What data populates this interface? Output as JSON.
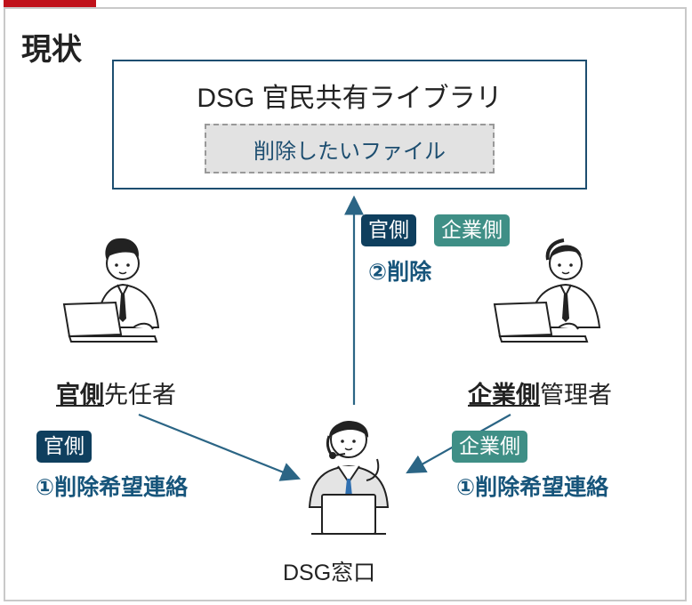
{
  "title": "現状",
  "library": {
    "title": "DSG 官民共有ライブラリ",
    "file_label": "削除したいファイル"
  },
  "center_step": {
    "badge_gov": "官側",
    "badge_corp": "企業側",
    "label": "②削除"
  },
  "left_person": {
    "label_bold": "官側",
    "label_rest": "先任者",
    "badge": "官側",
    "step": "①削除希望連絡"
  },
  "right_person": {
    "label_bold": "企業側",
    "label_rest": "管理者",
    "badge": "企業側",
    "step": "①削除希望連絡"
  },
  "desk": {
    "label": "DSG窓口"
  },
  "colors": {
    "navy": "#0f3f5e",
    "teal": "#3f8f86",
    "arrow": "#2b6585",
    "accent_red": "#c0121b"
  }
}
